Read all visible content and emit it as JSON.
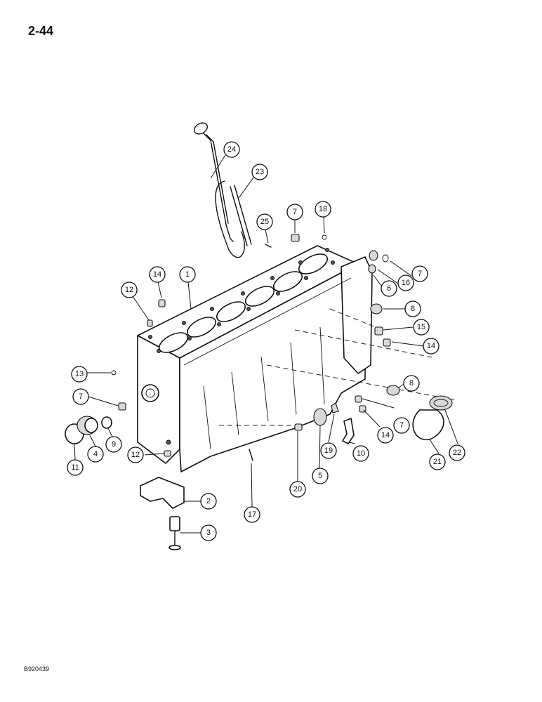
{
  "page": {
    "number": "2-44",
    "figure_code": "B920439"
  },
  "callouts": [
    {
      "id": "c24",
      "label": "24"
    },
    {
      "id": "c23",
      "label": "23"
    },
    {
      "id": "c25",
      "label": "25"
    },
    {
      "id": "c7a",
      "label": "7"
    },
    {
      "id": "c18",
      "label": "18"
    },
    {
      "id": "c7b",
      "label": "7"
    },
    {
      "id": "c16",
      "label": "16"
    },
    {
      "id": "c6",
      "label": "6"
    },
    {
      "id": "c14a",
      "label": "14"
    },
    {
      "id": "c1",
      "label": "1"
    },
    {
      "id": "c12a",
      "label": "12"
    },
    {
      "id": "c8a",
      "label": "8"
    },
    {
      "id": "c15",
      "label": "15"
    },
    {
      "id": "c14b",
      "label": "14"
    },
    {
      "id": "c13",
      "label": "13"
    },
    {
      "id": "c7c",
      "label": "7"
    },
    {
      "id": "c8b",
      "label": "8"
    },
    {
      "id": "c7d",
      "label": "7"
    },
    {
      "id": "c14c",
      "label": "14"
    },
    {
      "id": "c22",
      "label": "22"
    },
    {
      "id": "c21",
      "label": "21"
    },
    {
      "id": "c11",
      "label": "11"
    },
    {
      "id": "c4",
      "label": "4"
    },
    {
      "id": "c9",
      "label": "9"
    },
    {
      "id": "c12b",
      "label": "12"
    },
    {
      "id": "c19",
      "label": "19"
    },
    {
      "id": "c10",
      "label": "10"
    },
    {
      "id": "c5",
      "label": "5"
    },
    {
      "id": "c20",
      "label": "20"
    },
    {
      "id": "c2",
      "label": "2"
    },
    {
      "id": "c17",
      "label": "17"
    },
    {
      "id": "c3",
      "label": "3"
    }
  ]
}
